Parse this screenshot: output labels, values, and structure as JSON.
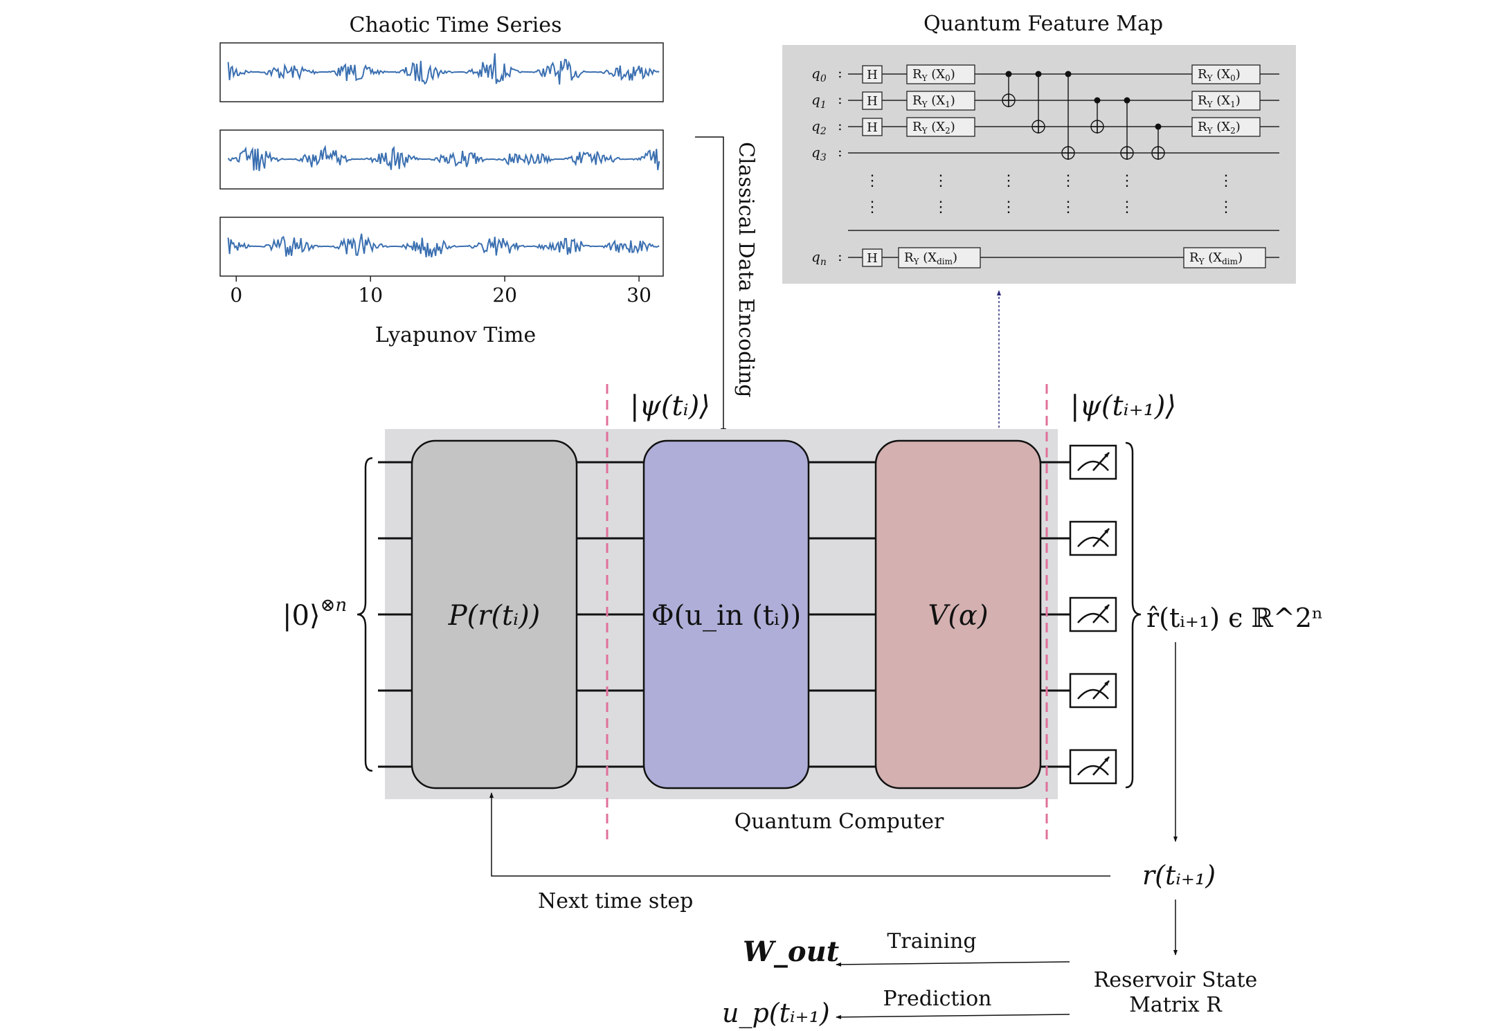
{
  "colors": {
    "accent_line": "#3a6fb0",
    "divider": "#e0709a",
    "panel_gray": "#dcdcdc",
    "gate_p": "#c4c4c4",
    "gate_phi": "#aeaed8",
    "gate_v": "#d4b0b0",
    "feature_panel": "#d6d6d6"
  },
  "time_series": {
    "title": "Chaotic Time Series",
    "xlabel": "Lyapunov Time",
    "ticks": [
      "0",
      "10",
      "20",
      "30"
    ],
    "tick_values": [
      0,
      10,
      20,
      30
    ],
    "xlim": [
      -1.2,
      31.8
    ]
  },
  "encoding_label": "Classical Data Encoding",
  "feature_map": {
    "title": "Quantum Feature Map",
    "qubits": [
      "q",
      "q",
      "q",
      "q",
      "q"
    ],
    "qubit_subs": [
      "0",
      "1",
      "2",
      "3",
      "n"
    ],
    "h_gate": "H",
    "ry_base": "R",
    "ry_sub": "Y",
    "ry_args": [
      "X",
      "X",
      "X",
      "X"
    ],
    "ry_arg_subs": [
      "0",
      "1",
      "2",
      "dim"
    ],
    "colon": ":",
    "dots": "⋮"
  },
  "circuit": {
    "input_state": "|0⟩",
    "input_exp": "⊗n",
    "gate_p": "P(r(tᵢ))",
    "gate_phi": "Φ(u_in (tᵢ))",
    "gate_v": "V(α)",
    "psi_in": "|ψ(tᵢ)⟩",
    "psi_out": "|ψ(tᵢ₊₁)⟩",
    "computer_label": "Quantum Computer",
    "readout": "r̂(tᵢ₊₁) ϵ ℝ^2ⁿ",
    "num_measurements": 5
  },
  "flow": {
    "state_next": "r(tᵢ₊₁)",
    "next_step": "Next time step",
    "reservoir_line1": "Reservoir State",
    "reservoir_line2": "Matrix R",
    "training": "Training",
    "prediction": "Prediction",
    "wout": "W_out",
    "up": "u_p(tᵢ₊₁)"
  }
}
